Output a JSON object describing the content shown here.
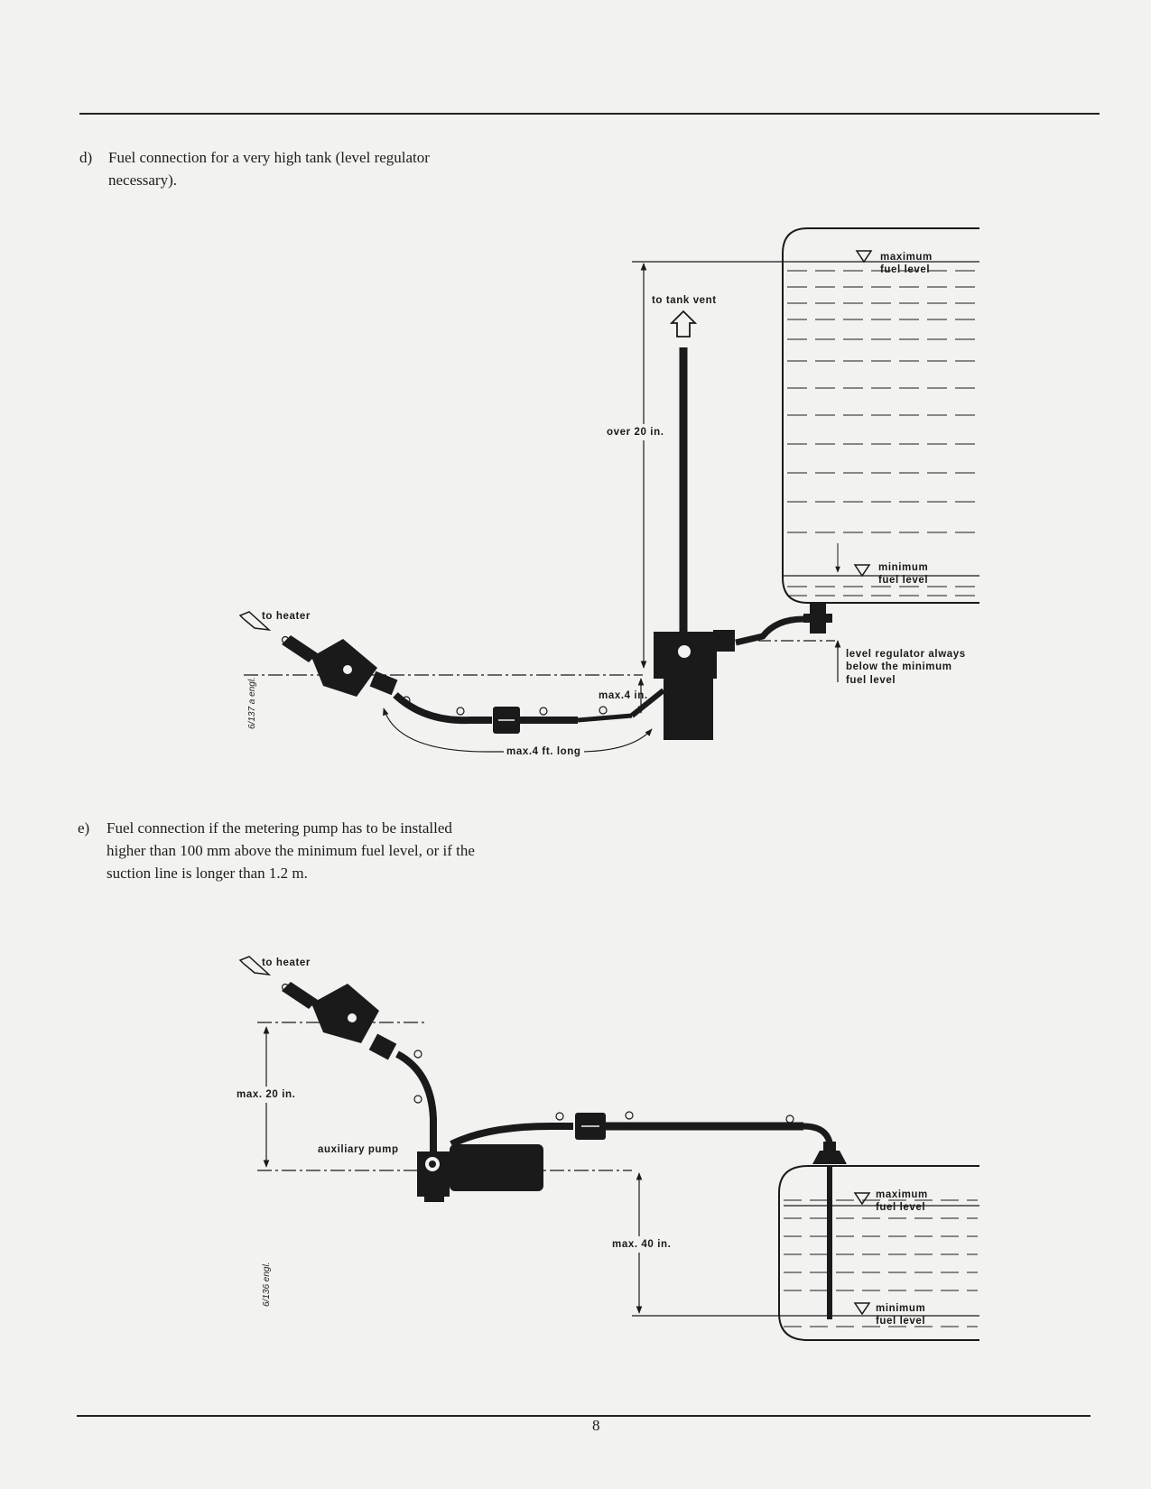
{
  "section_d": {
    "letter": "d)",
    "text_line1": "Fuel connection for a very high tank (level regulator",
    "text_line2": "necessary).",
    "labels": {
      "to_tank_vent": "to tank vent",
      "over_20_in": "over 20 in.",
      "to_heater": "to heater",
      "max_4_in": "max.4 in.",
      "max_4_ft_long": "max.4 ft. long",
      "maximum": "maximum",
      "fuel_level_max": "fuel level",
      "minimum": "minimum",
      "fuel_level_min": "fuel level",
      "regulator_note_1": "level regulator always",
      "regulator_note_2": "below the minimum",
      "regulator_note_3": "fuel level",
      "drawing_code": "6/137 a engl."
    }
  },
  "section_e": {
    "letter": "e)",
    "text_line1": "Fuel connection if the metering pump has to be installed",
    "text_line2": "higher than 100 mm above the minimum fuel level, or if the",
    "text_line3": "suction line is longer than 1.2 m.",
    "labels": {
      "to_heater": "to heater",
      "max_20_in": "max. 20 in.",
      "auxiliary_pump": "auxiliary pump",
      "max_40_in": "max. 40 in.",
      "maximum": "maximum",
      "fuel_level_max": "fuel level",
      "minimum": "minimum",
      "fuel_level_min": "fuel level",
      "drawing_code": "6/136 engl."
    }
  },
  "footer": {
    "page_number": "8"
  }
}
